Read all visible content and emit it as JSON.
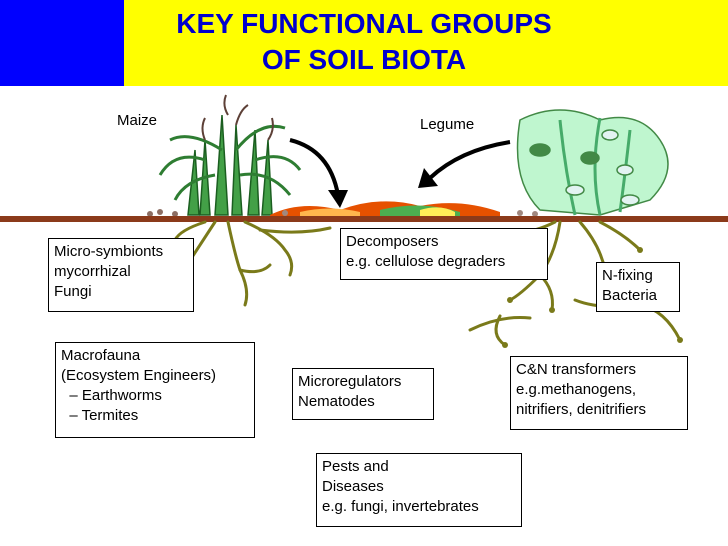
{
  "title": {
    "line1": "KEY FUNCTIONAL GROUPS",
    "line2": "OF SOIL BIOTA"
  },
  "plants": {
    "maize": "Maize",
    "legume": "Legume"
  },
  "groups": {
    "microsymbionts": [
      "Micro-symbionts",
      "mycorrhizal",
      "Fungi"
    ],
    "decomposers": [
      "Decomposers",
      "e.g. cellulose degraders"
    ],
    "nfixing": [
      "N-fixing",
      "Bacteria"
    ],
    "macrofauna": [
      "Macrofauna",
      "(Ecosystem Engineers)",
      "  – Earthworms",
      "  – Termites"
    ],
    "microregulators": [
      "Microregulators",
      "Nematodes"
    ],
    "cn_transformers": [
      "C&N transformers",
      "e.g.methanogens,",
      "nitrifiers, denitrifiers"
    ],
    "pests": [
      "Pests and",
      "Diseases",
      "e.g. fungi, invertebrates"
    ]
  },
  "colors": {
    "title_text": "#0000cc",
    "title_band": "#ffff00",
    "soil": "#8b3a1a",
    "root": "#7a7a1a",
    "maize": "#2e7d32",
    "legume": "#6ee0a0"
  }
}
